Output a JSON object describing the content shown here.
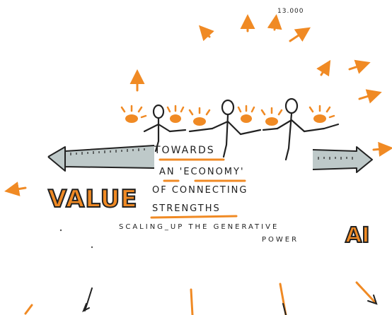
{
  "sketch": {
    "number_label": "13.000",
    "lines": [
      "TOWARDS",
      "AN 'ECONOMY'",
      "OF CONNECTING",
      "STRENGTHS",
      "SCALING_UP THE GENERATIVE",
      "POWER"
    ],
    "value_label": "VALUE",
    "ai_label": "AI"
  },
  "colors": {
    "accent": "#f08a24",
    "ink": "#1f1f1f",
    "grey_fill": "#a9b5b5"
  },
  "icons": [
    "radiating-arrow-icon",
    "double-arrow-icon",
    "person-figure-icon",
    "spark-icon"
  ]
}
